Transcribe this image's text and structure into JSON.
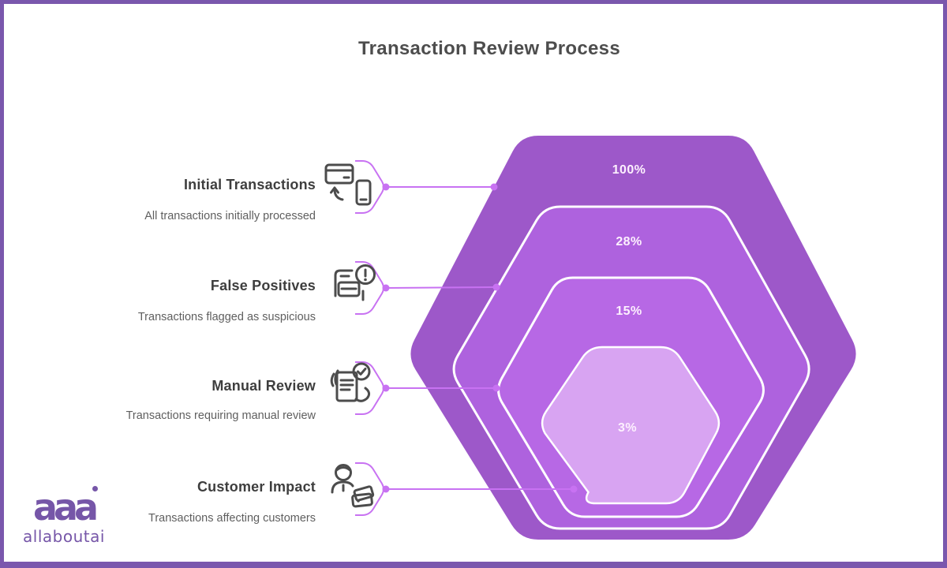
{
  "title": "Transaction Review Process",
  "stages": [
    {
      "name": "Initial Transactions",
      "description": "All transactions initially processed",
      "value": "100%",
      "icon": "card-phone-transfer-icon"
    },
    {
      "name": "False Positives",
      "description": "Transactions flagged as suspicious",
      "value": "28%",
      "icon": "card-alert-icon"
    },
    {
      "name": "Manual Review",
      "description": "Transactions requiring manual review",
      "value": "15%",
      "icon": "document-check-hands-icon"
    },
    {
      "name": "Customer Impact",
      "description": "Transactions affecting customers",
      "value": "3%",
      "icon": "person-cards-icon"
    }
  ],
  "funnel": {
    "type": "nested-hexagon-funnel",
    "levels": [
      {
        "label": "100%",
        "color": "#9d58c9"
      },
      {
        "label": "28%",
        "color": "#ae62de"
      },
      {
        "label": "15%",
        "color": "#b768e5"
      },
      {
        "label": "3%",
        "color": "#d8a4f2"
      }
    ],
    "level_border_color": "#ffffff",
    "connector_color": "#c872f2"
  },
  "logo": {
    "mark": "aaa",
    "name": "allaboutai",
    "color": "#7656a8"
  },
  "frame_color": "#7a57ad"
}
